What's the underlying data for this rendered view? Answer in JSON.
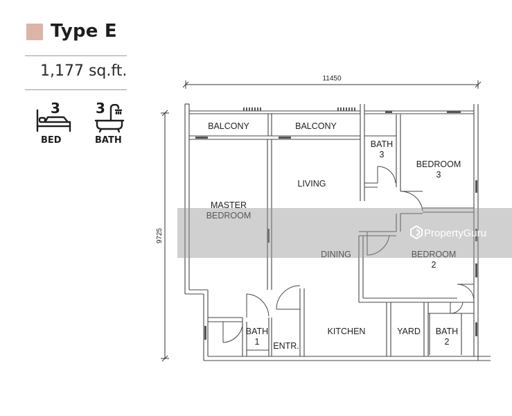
{
  "header": {
    "title": "Type E",
    "swatch_color": "#dcb4a8",
    "area": "1,177 sq.ft."
  },
  "specs": {
    "bed": {
      "count": "3",
      "label": "BED",
      "icon": "bed-icon"
    },
    "bath": {
      "count": "3",
      "label": "BATH",
      "icon": "bathtub-icon"
    }
  },
  "plan": {
    "width_dim": "11450",
    "height_dim": "9725",
    "rooms": {
      "balcony_left": "BALCONY",
      "balcony_right": "BALCONY",
      "bath3_l1": "BATH",
      "bath3_l2": "3",
      "bedroom3_l1": "BEDROOM",
      "bedroom3_l2": "3",
      "living": "LIVING",
      "master_l1": "MASTER",
      "master_l2": "BEDROOM",
      "dining": "DINING",
      "bedroom2_l1": "BEDROOM",
      "bedroom2_l2": "2",
      "kitchen": "KITCHEN",
      "yard": "YARD",
      "bath2_l1": "BATH",
      "bath2_l2": "2",
      "bath1_l1": "BATH",
      "bath1_l2": "1",
      "entrance": "ENTR."
    }
  },
  "watermark": {
    "text": "PropertyGuru",
    "icon": "propertyguru-logo-icon"
  }
}
